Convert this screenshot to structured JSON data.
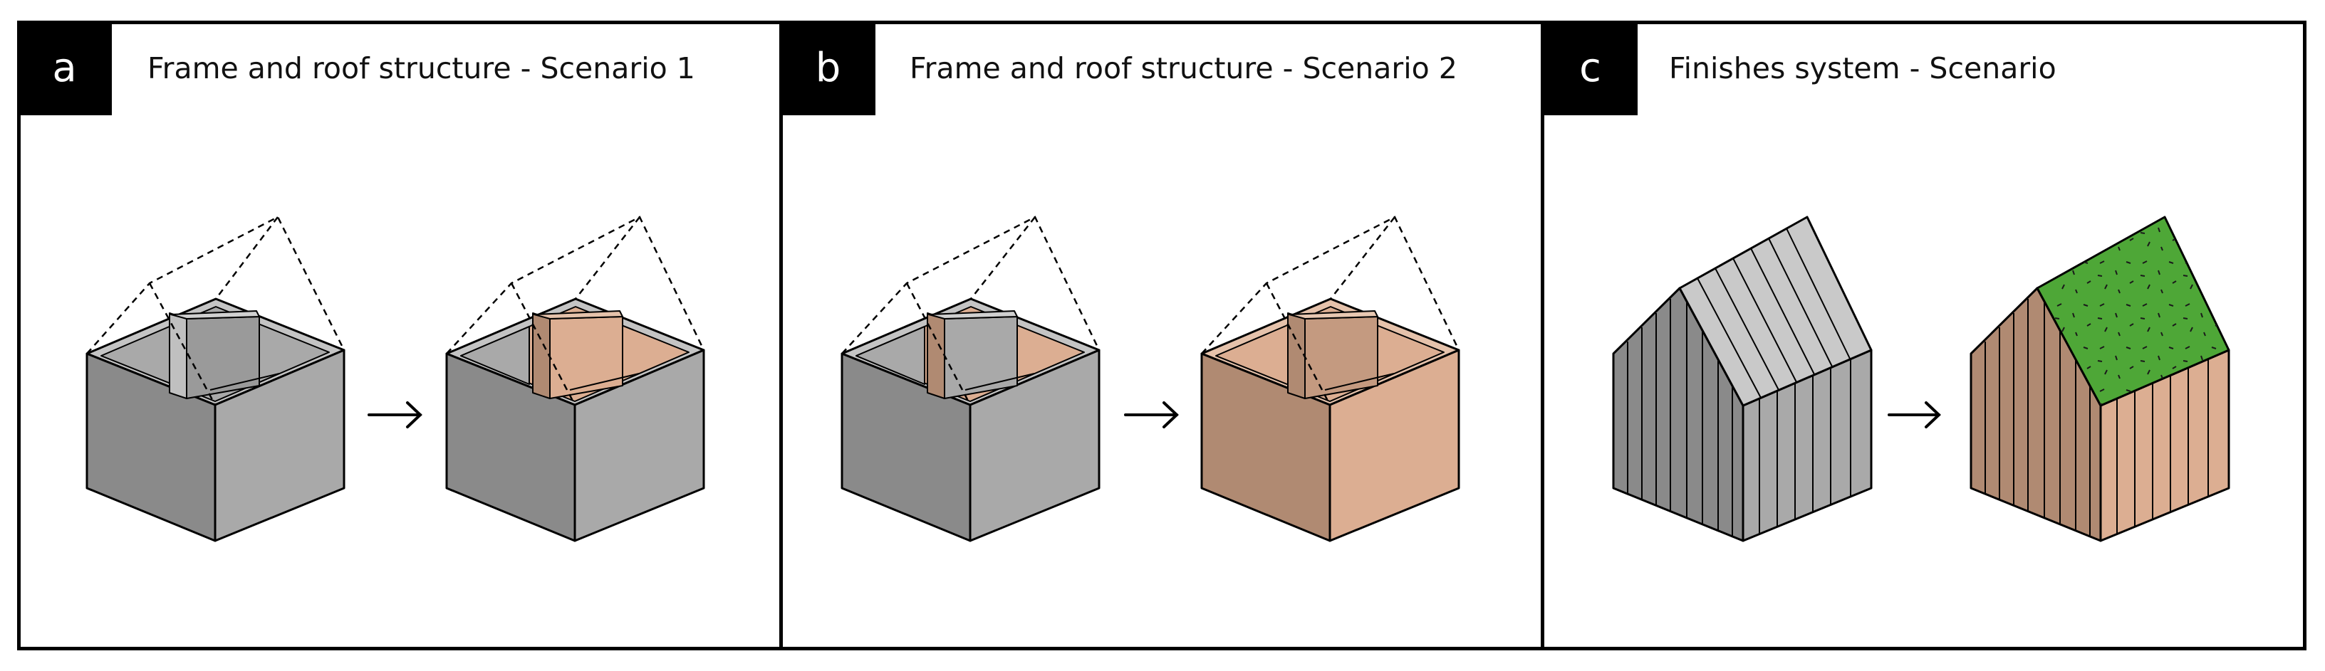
{
  "panels": [
    {
      "letter": "a",
      "title": "Frame and roof structure - Scenario 1"
    },
    {
      "letter": "b",
      "title": "Frame and roof structure - Scenario 2"
    },
    {
      "letter": "c",
      "title": "Finishes system - Scenario"
    }
  ],
  "arrow_glyph": "→",
  "colors": {
    "grey_dark": "#8a8a8a",
    "grey_light": "#a9a9a9",
    "grey_top": "#c4c4c4",
    "wood_dark": "#b08a72",
    "wood_light": "#dcae92",
    "green_roof": "#4ea737",
    "cladding_light": "#c9c9c9"
  }
}
